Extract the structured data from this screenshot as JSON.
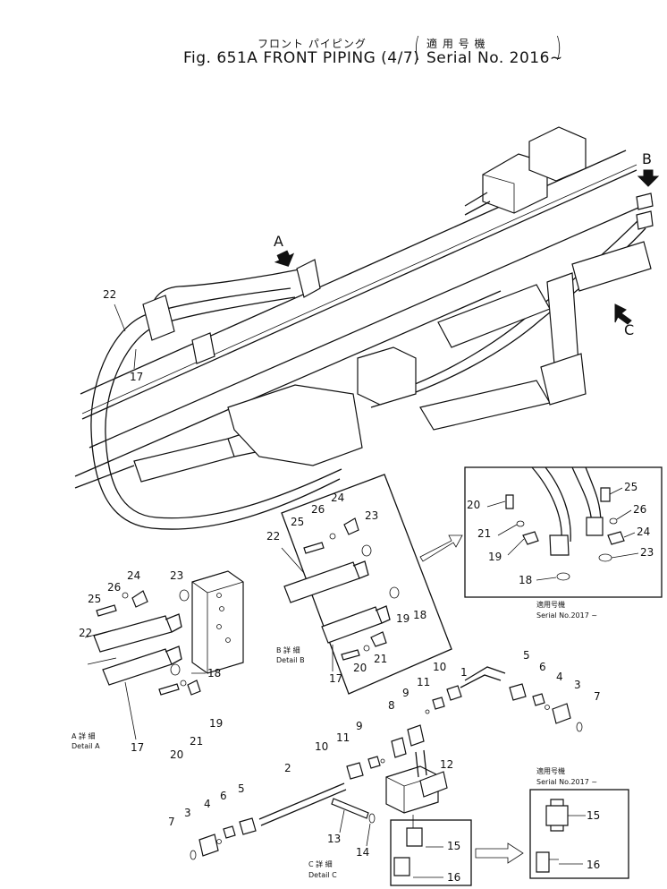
{
  "title": {
    "jp_title": "フロント パイピング",
    "fig_title": "Fig. 651A  FRONT  PIPING (4/7)",
    "jp_serial": "適 用 号 機",
    "serial": "Serial  No. 2016~",
    "open_paren": "(",
    "close_paren": ")"
  },
  "arrows": {
    "a": "A",
    "b": "B",
    "c": "C"
  },
  "main_labels": {
    "l22": "22",
    "l17": "17"
  },
  "detail_a": {
    "jp": "A 詳 細",
    "en": "Detail A",
    "parts": [
      "25",
      "26",
      "24",
      "23",
      "22",
      "18",
      "17",
      "20",
      "21",
      "19"
    ]
  },
  "detail_b": {
    "jp": "B 詳 細",
    "en": "Detail B",
    "parts": [
      "24",
      "26",
      "25",
      "23",
      "22",
      "18",
      "20",
      "21",
      "19",
      "17"
    ]
  },
  "detail_b_variant": {
    "jp": "適用号機",
    "serial": "Serial  No.2017 ~",
    "parts": [
      "20",
      "21",
      "19",
      "18",
      "25",
      "26",
      "24",
      "23"
    ]
  },
  "detail_c": {
    "jp": "C 詳 細",
    "en": "Detail C",
    "parts": [
      "1",
      "5",
      "6",
      "4",
      "3",
      "7",
      "10",
      "11",
      "9",
      "8",
      "12",
      "2",
      "10",
      "11",
      "9",
      "13",
      "14",
      "15",
      "16",
      "7",
      "3",
      "4",
      "6",
      "5"
    ]
  },
  "detail_c_variant": {
    "jp": "適用号機",
    "serial": "Serial  No.2017 ~",
    "parts": [
      "15",
      "16"
    ]
  }
}
